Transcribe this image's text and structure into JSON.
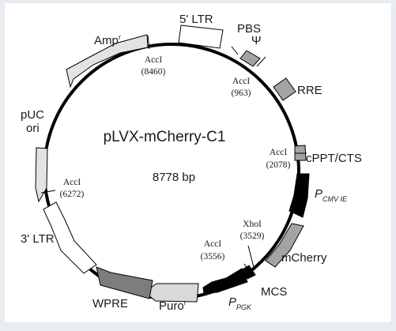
{
  "plasmid": {
    "name": "pLVX-mCherry-C1",
    "size": "8778 bp"
  },
  "features": {
    "ltr5": "5' LTR",
    "pbs": "PBS",
    "psi": "Ψ",
    "rre": "RRE",
    "cppt": "cPPT/CTS",
    "pcmv": "P",
    "pcmv_sub": "CMV IE",
    "mcherry": "mCherry",
    "mcs": "MCS",
    "ppgk": "P",
    "ppgk_sub": "PGK",
    "puro": "Puro",
    "puro_sup": "r",
    "wpre": "WPRE",
    "ltr3": "3' LTR",
    "puc1": "pUC",
    "puc2": "ori",
    "amp": "Amp",
    "amp_sup": "r"
  },
  "sites": {
    "acci_8460_name": "AccI",
    "acci_8460_pos": "(8460)",
    "acci_963_name": "AccI",
    "acci_963_pos": "(963)",
    "acci_2078_name": "AccI",
    "acci_2078_pos": "(2078)",
    "xhoi_name": "XhoI",
    "xhoi_pos": "(3529)",
    "acci_3556_name": "AccI",
    "acci_3556_pos": "(3556)",
    "acci_6272_name": "AccI",
    "acci_6272_pos": "(6272)"
  },
  "colors": {
    "backbone": "#000000",
    "open_feature": "#ffffff",
    "light_feature": "#e3e3e3",
    "gray_feature": "#a3a3a3",
    "dark_feature": "#7d7d7d",
    "black_feature": "#000000",
    "panel_border": "#e9edf1"
  }
}
